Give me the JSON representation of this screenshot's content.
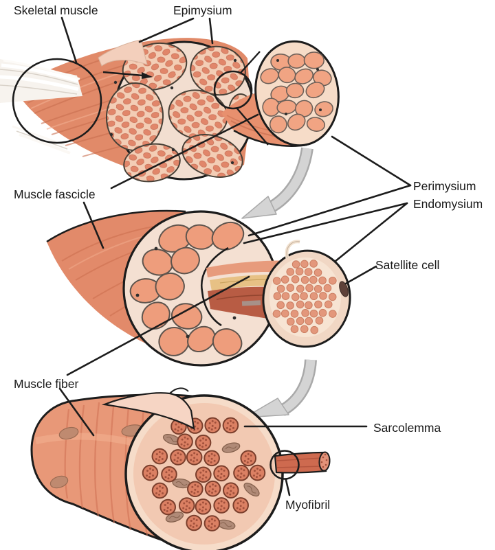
{
  "labels": {
    "skeletal_muscle": "Skeletal muscle",
    "epimysium": "Epimysium",
    "muscle_fascicle": "Muscle fascicle",
    "perimysium": "Perimysium",
    "endomysium": "Endomysium",
    "satellite_cell": "Satellite cell",
    "muscle_fiber": "Muscle fiber",
    "sarcolemma": "Sarcolemma",
    "myofibril": "Myofibril"
  },
  "palette": {
    "muscle": "#e18a69",
    "muscle_shadow": "#c96f50",
    "fiber_fill": "#f1a483",
    "matrix": "#f2ded0",
    "cluster_fill": "#f3cdb5",
    "fascicle_oval": "#e1866a",
    "dark_fiber": "#b85c44",
    "yellow_strand": "#e7c185",
    "myofibril_fill": "#db8063",
    "myofibril_edge": "#7a3e2c",
    "tendon": "#f7f3ee",
    "outline": "#1c1c1c",
    "arrow_gray": "#d4d4d4",
    "background": "#ffffff"
  }
}
